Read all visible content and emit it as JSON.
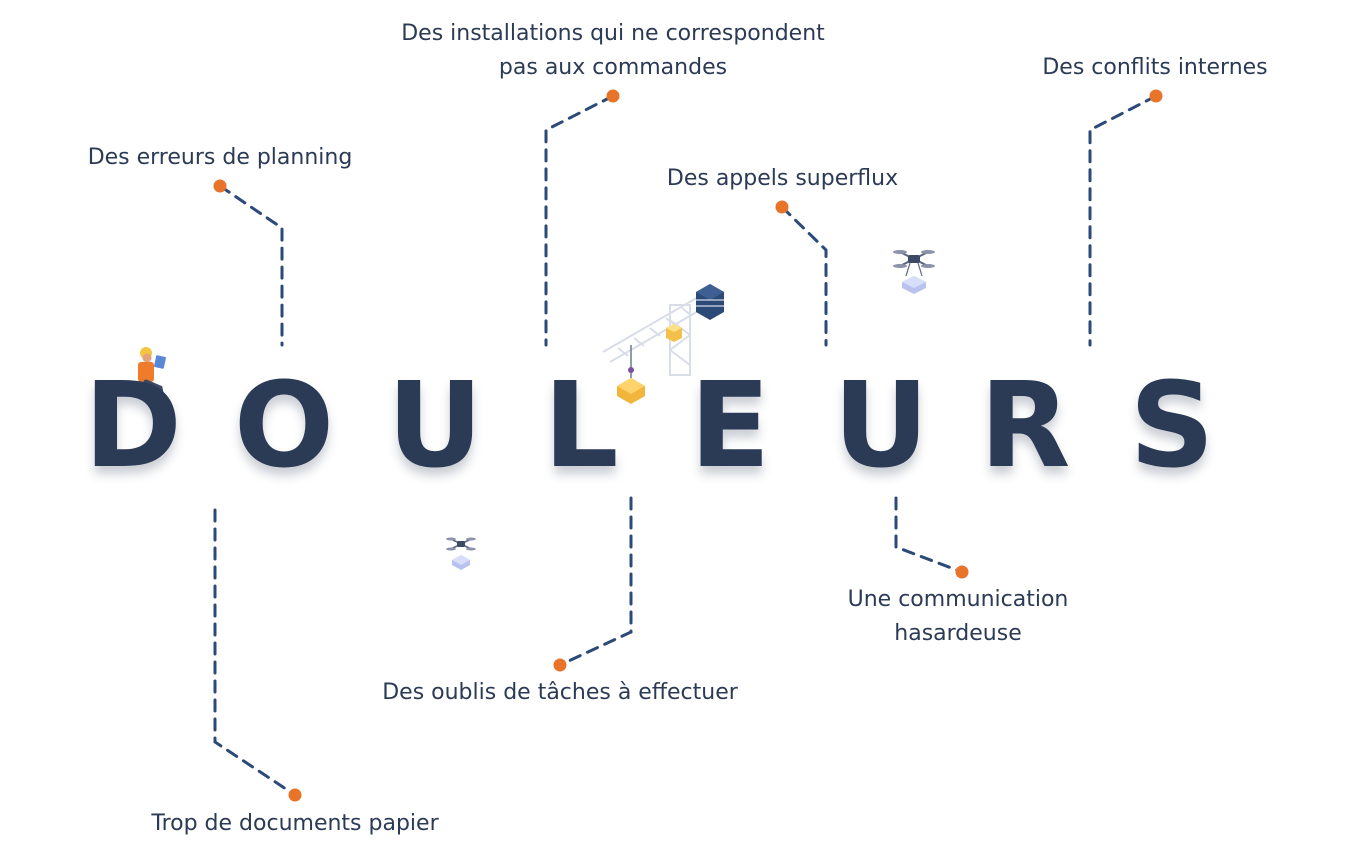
{
  "title_letters": [
    "D",
    "O",
    "U",
    "L",
    "E",
    "U",
    "R",
    "S"
  ],
  "pain_points": [
    {
      "id": "installations",
      "lines": [
        "Des installations qui ne correspondent",
        "pas aux commandes"
      ]
    },
    {
      "id": "conflits",
      "lines": [
        "Des conflits internes"
      ]
    },
    {
      "id": "planning",
      "lines": [
        "Des erreurs de planning"
      ]
    },
    {
      "id": "appels",
      "lines": [
        "Des appels superflux"
      ]
    },
    {
      "id": "communication",
      "lines": [
        "Une communication",
        "hasardeuse"
      ]
    },
    {
      "id": "taches",
      "lines": [
        "Des oublis de tâches à effectuer"
      ]
    },
    {
      "id": "documents",
      "lines": [
        "Trop de documents papier"
      ]
    }
  ],
  "colors": {
    "text": "#2b3a55",
    "dot": "#e8742a",
    "connector": "#2b4a78"
  },
  "icons": [
    "worker-icon",
    "crane-icon",
    "drone-icon"
  ]
}
